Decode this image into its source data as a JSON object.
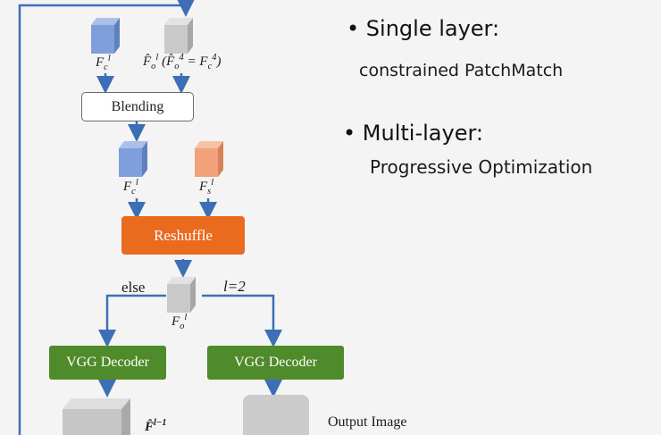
{
  "diagram": {
    "labels": {
      "fc_top": "F_c^l",
      "fo_top": "F̂_o^l (F̂_o^4 = F_c^4)",
      "fc_mid": "F_c^l",
      "fs_mid": "F_s^l",
      "fo_mid": "F_o^l",
      "f_bottom": "F̂^{l−1}"
    },
    "blending_label": "Blending",
    "reshuffle_label": "Reshuffle",
    "else_label": "else",
    "l2_label": "l=2",
    "vgg_left_label": "VGG Decoder",
    "vgg_right_label": "VGG Decoder",
    "output_label": "Output Image",
    "colors": {
      "blue_cube": "#7e9fdb",
      "gray_cube": "#c9c9c9",
      "orange_cube": "#f1a27a",
      "reshuffle": "#ea6a1e",
      "vgg": "#4f8b2a",
      "arrow": "#3d6fb6"
    }
  },
  "bullets": [
    {
      "title": "Single layer:",
      "detail": "constrained PatchMatch"
    },
    {
      "title": "Multi-layer:",
      "detail": "Progressive Optimization"
    }
  ]
}
